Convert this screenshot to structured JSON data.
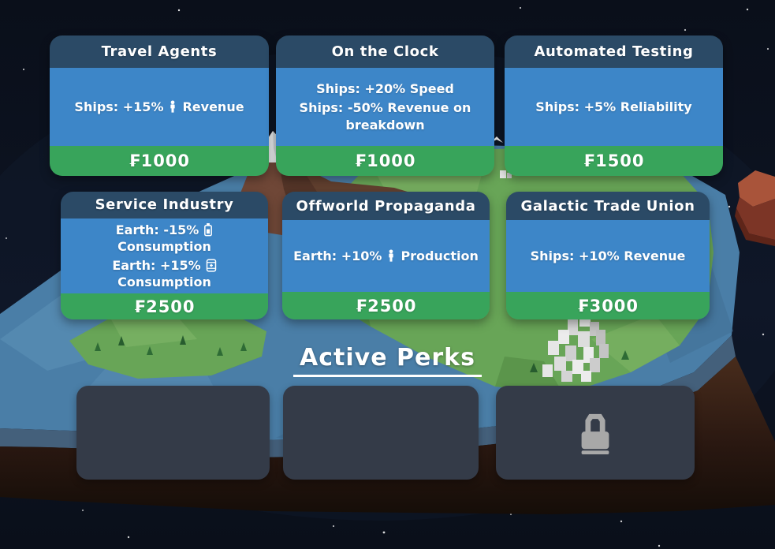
{
  "currency_symbol": "₣",
  "shop": {
    "cards": [
      {
        "title": "Travel Agents",
        "lines": [
          {
            "pre": "Ships: +15%",
            "icon": "person",
            "post": "Revenue"
          }
        ],
        "price": "₣1000"
      },
      {
        "title": "On the Clock",
        "lines": [
          {
            "pre": "Ships: +20% Speed"
          },
          {
            "pre": "Ships: -50% Revenue on breakdown"
          }
        ],
        "price": "₣1000"
      },
      {
        "title": "Automated Testing",
        "lines": [
          {
            "pre": "Ships: +5% Reliability"
          }
        ],
        "price": "₣1500"
      },
      {
        "title": "Service Industry",
        "lines": [
          {
            "pre": "Earth: -15%",
            "icon": "battery",
            "post": "Consumption"
          },
          {
            "pre": "Earth: +15%",
            "icon": "barrel",
            "post": "Consumption"
          }
        ],
        "price": "₣2500"
      },
      {
        "title": "Offworld Propaganda",
        "lines": [
          {
            "pre": "Earth: +10%",
            "icon": "person",
            "post": "Production"
          }
        ],
        "price": "₣2500"
      },
      {
        "title": "Galactic Trade Union",
        "lines": [
          {
            "pre": "Ships: +10% Revenue"
          }
        ],
        "price": "₣3000"
      }
    ]
  },
  "active_perks": {
    "heading": "Active Perks",
    "slots": [
      {
        "state": "empty"
      },
      {
        "state": "empty"
      },
      {
        "state": "locked",
        "icon": "lock"
      }
    ]
  },
  "colors": {
    "card_header": "#2b4a66",
    "card_body": "#3d86c8",
    "card_price_bar": "#38a45b",
    "slot_background": "#343b48",
    "lock_icon": "#a8a8a8",
    "text": "#ffffff",
    "space": "#0b111d",
    "water": "#4a7ea7",
    "land": "#68a557",
    "dirt": "#3a2316",
    "rock": "#a9543a"
  }
}
